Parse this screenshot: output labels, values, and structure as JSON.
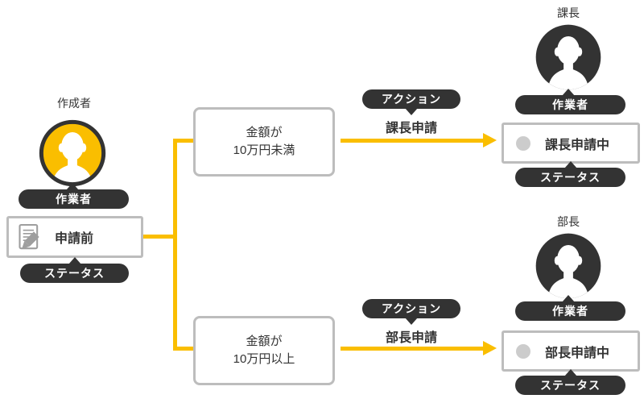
{
  "colors": {
    "accent": "#FABE00",
    "dark": "#333333",
    "box_border": "#BDBDBD",
    "status_dot": "#CCCCCC"
  },
  "creator": {
    "title": "作成者",
    "actor_tag": "作業者",
    "status_value": "申請前",
    "status_tag": "ステータス"
  },
  "branches": [
    {
      "condition_line1": "金額が",
      "condition_line2": "10万円未満",
      "action_tag": "アクション",
      "action_label": "課長申請",
      "approver": {
        "title": "課長",
        "actor_tag": "作業者",
        "status_value": "課長申請中",
        "status_tag": "ステータス"
      }
    },
    {
      "condition_line1": "金額が",
      "condition_line2": "10万円以上",
      "action_tag": "アクション",
      "action_label": "部長申請",
      "approver": {
        "title": "部長",
        "actor_tag": "作業者",
        "status_value": "部長申請中",
        "status_tag": "ステータス"
      }
    }
  ]
}
